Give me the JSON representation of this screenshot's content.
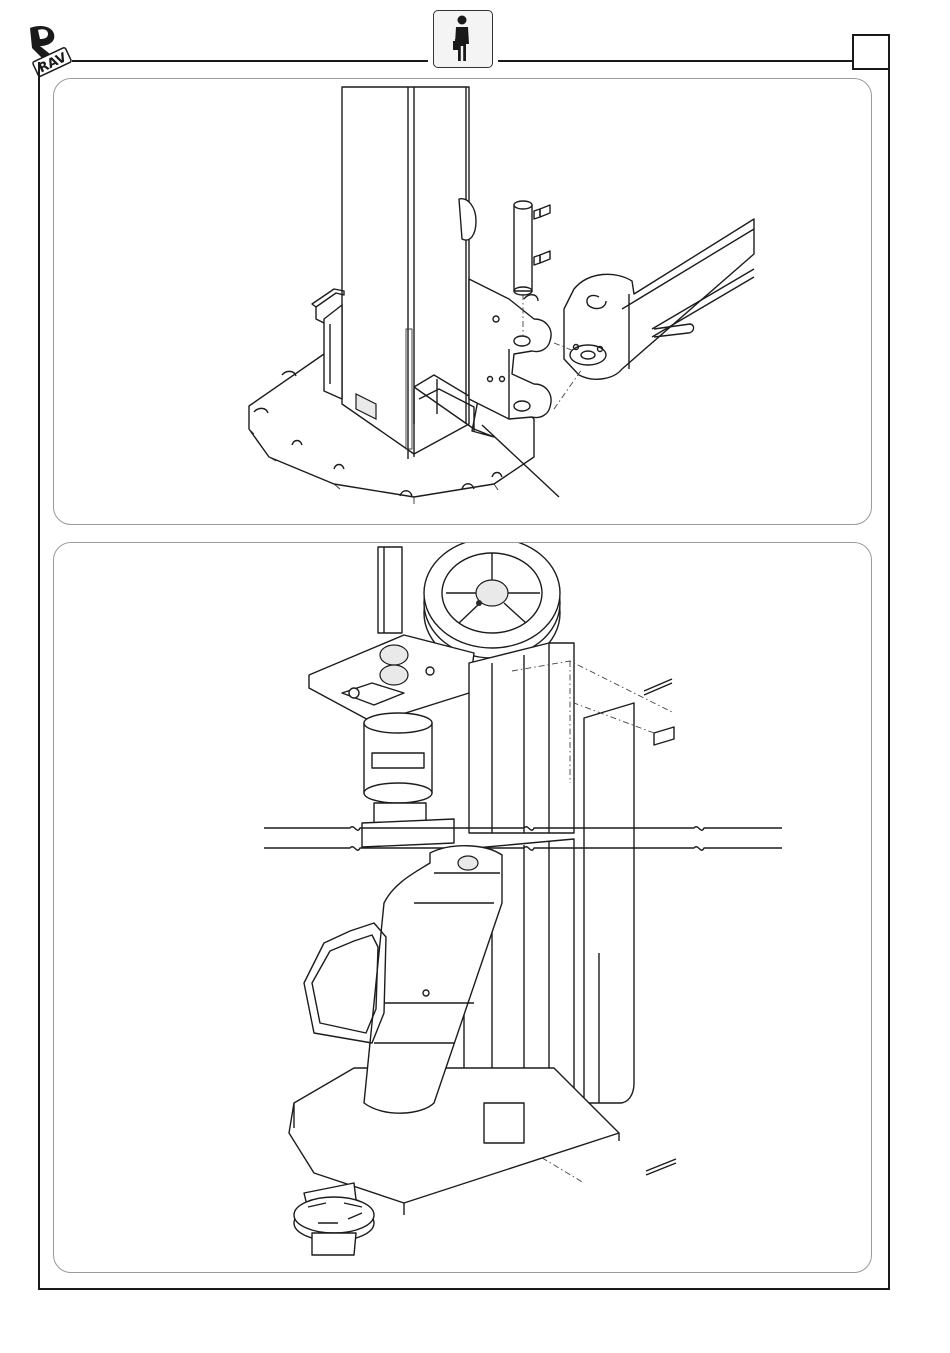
{
  "header": {
    "logo_icon": "rav-logo",
    "operator_icon": "operator-with-case-icon",
    "page_box_value": ""
  },
  "figures": [
    {
      "name": "column-base-arm-assembly"
    },
    {
      "name": "column-carriage-arm-assembly"
    }
  ],
  "colors": {
    "line": "#1c1c1c",
    "panel_border": "#9a9a9a",
    "badge_bg": "#f4f4f4"
  }
}
